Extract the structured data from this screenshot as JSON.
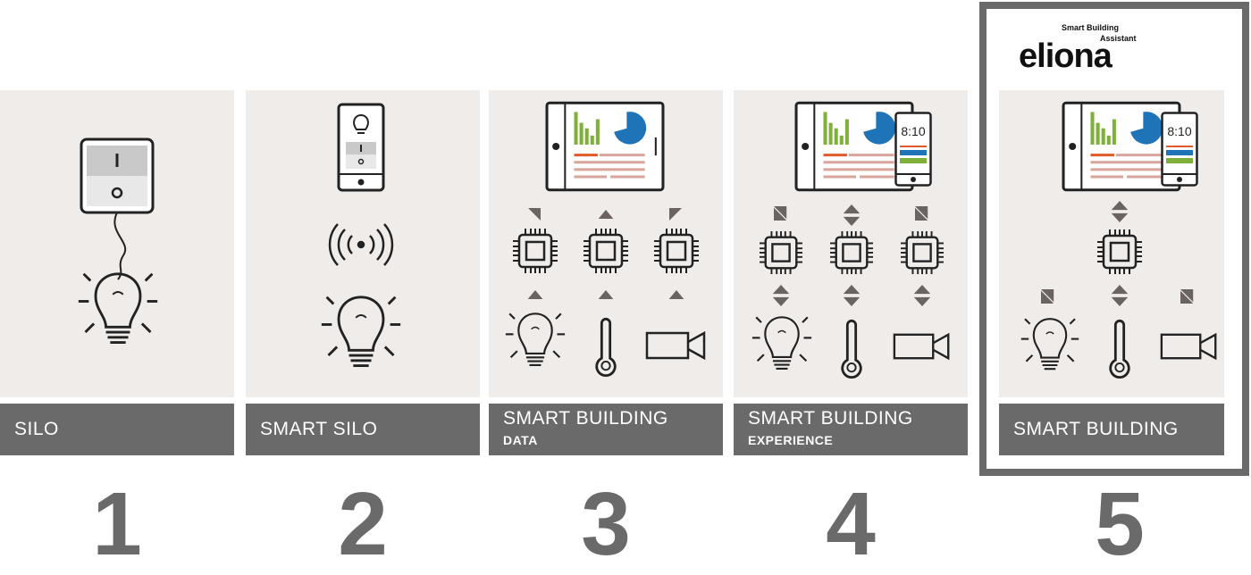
{
  "levels": [
    {
      "label": "SILO",
      "sublabel": "",
      "number": "1"
    },
    {
      "label": "SMART SILO",
      "sublabel": "",
      "number": "2"
    },
    {
      "label": "SMART BUILDING",
      "sublabel": "DATA",
      "number": "3"
    },
    {
      "label": "SMART BUILDING",
      "sublabel": "EXPERIENCE",
      "number": "4"
    },
    {
      "label": "SMART BUILDING",
      "sublabel": "",
      "number": "5"
    }
  ],
  "logo": {
    "tagline_line1": "Smart Building",
    "tagline_line2": "Assistant",
    "name": "eliona"
  },
  "phone_time": "8:10",
  "colors": {
    "panel": "#f0ecea",
    "label_bg": "#6b6a6a",
    "green": "#7fb03a",
    "blue": "#1f73b7",
    "orange": "#e05a2a",
    "stroke": "#222222"
  }
}
